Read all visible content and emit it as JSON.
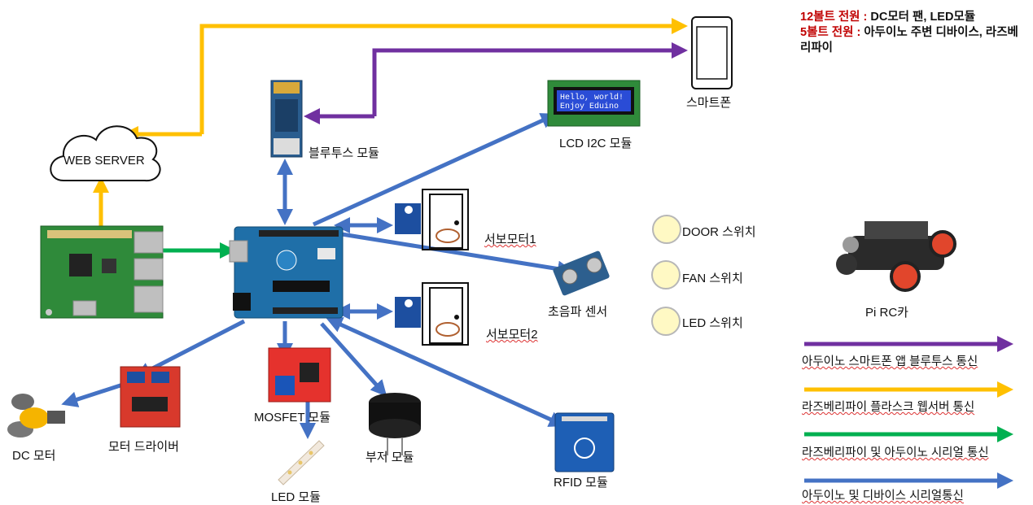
{
  "colors": {
    "bluetooth": "#7030a0",
    "web": "#ffc000",
    "pi_serial": "#00b050",
    "device_serial": "#4472c4"
  },
  "power": {
    "v12_label": "12볼트 전원 :",
    "v12_desc": " DC모터 팬, LED모듈",
    "v5_label": "5볼트 전원 :",
    "v5_desc": " 아두이노 주변 디바이스, 라즈베리파이"
  },
  "nodes": {
    "web_server": "WEB SERVER",
    "bluetooth_module": "블루투스 모듈",
    "smartphone": "스마트폰",
    "lcd_screen_line1": "Hello, world!",
    "lcd_screen_line2": "Enjoy  Eduino",
    "lcd_module": "LCD I2C 모듈",
    "servo1": "서보모터1",
    "servo2": "서보모터2",
    "ultrasonic": "초음파 센서",
    "mosfet": "MOSFET 모듈",
    "led": "LED 모듈",
    "buzzer": "부저 모듈",
    "rfid": "RFID 모듈",
    "motor_driver": "모터 드라이버",
    "dc_motor": "DC 모터",
    "pi_rc_car": "Pi RC카"
  },
  "switches": [
    {
      "label": "DOOR 스위치"
    },
    {
      "label": "FAN 스위치"
    },
    {
      "label": "LED 스위치"
    }
  ],
  "legend": [
    {
      "label": "아두이노 스마트폰 앱 블루투스 통신",
      "color": "#7030a0"
    },
    {
      "label": "라즈베리파이 플라스크 웹서버 통신",
      "color": "#ffc000"
    },
    {
      "label": "라즈베리파이 및 아두이노 시리얼 통신",
      "color": "#00b050"
    },
    {
      "label": "아두이노 및 디바이스 시리얼통신",
      "color": "#4472c4"
    }
  ]
}
